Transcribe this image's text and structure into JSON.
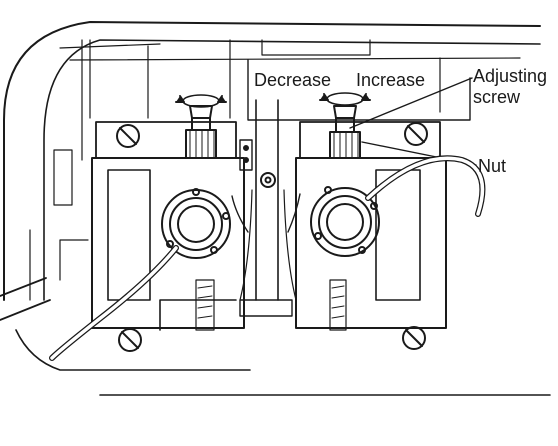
{
  "labels": {
    "decrease": "Decrease",
    "increase": "Increase",
    "adjusting_screw_line1": "Adjusting",
    "adjusting_screw_line2": "screw",
    "nut": "Nut"
  },
  "colors": {
    "line": "#1a1a1a",
    "background": "#ffffff"
  }
}
